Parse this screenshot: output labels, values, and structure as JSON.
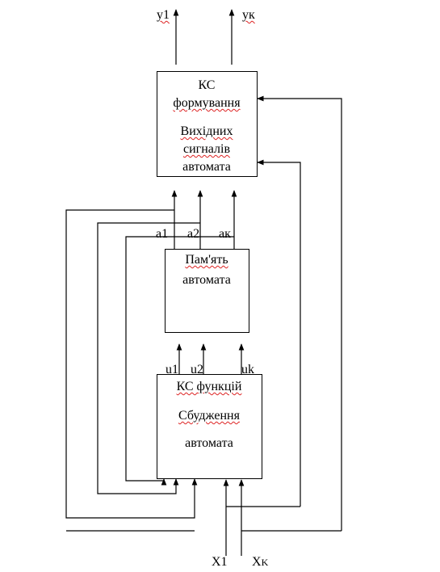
{
  "outputs": {
    "y1": "y1",
    "yk": "yк"
  },
  "block_output": {
    "line1": "КС",
    "line2": "формування",
    "line3": "Вихідних",
    "line4": "сигналів",
    "line5": "автомата"
  },
  "states": {
    "a1": "a1",
    "a2": "a2",
    "ak": "aк"
  },
  "block_memory": {
    "line1": "Пам'ять",
    "line2": "автомата"
  },
  "excitations": {
    "u1": "u1",
    "u2": "u2",
    "uk": "uk"
  },
  "block_excitation": {
    "line1": "КС функцій",
    "line2": "Сбудження",
    "line3": "автомата"
  },
  "inputs": {
    "x1": "X1",
    "xk_main": "X",
    "xk_sub": "K"
  }
}
